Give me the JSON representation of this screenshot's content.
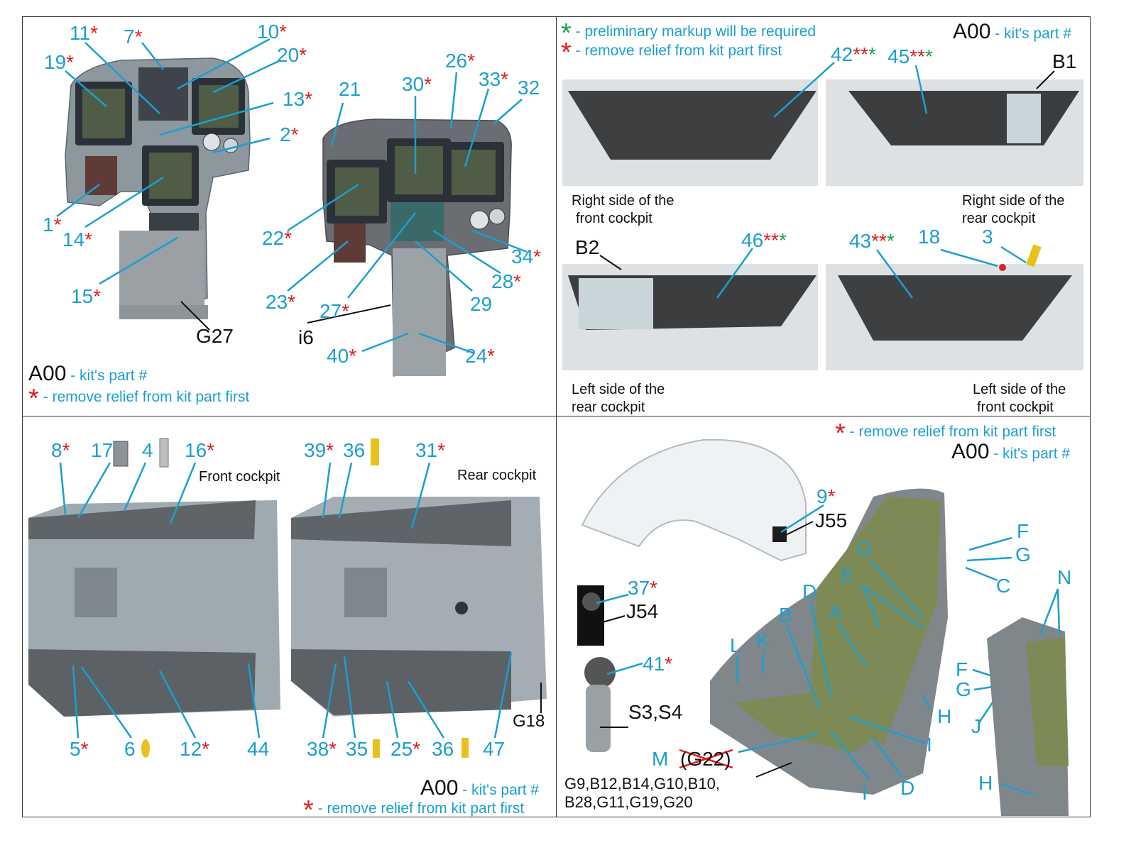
{
  "colors": {
    "cyan": "#1b9fd0",
    "red": "#e01e1e",
    "green": "#1fa04a",
    "panel": "#8a949c",
    "screen": "#4f5c46",
    "sidewall": "#9aa7ae",
    "seat": "#7d8a55"
  },
  "legend": {
    "green_star_text": "- preliminary markup will be required",
    "red_star_text": "- remove relief from kit part first",
    "part_code": "A00",
    "part_code_text": "- kit's part #",
    "star": "*"
  },
  "q1": {
    "labels": [
      {
        "n": "11",
        "s": "*"
      },
      {
        "n": "7",
        "s": "*"
      },
      {
        "n": "10",
        "s": "*"
      },
      {
        "n": "19",
        "s": "*"
      },
      {
        "n": "20",
        "s": "*"
      },
      {
        "n": "13",
        "s": "*"
      },
      {
        "n": "2",
        "s": "*"
      },
      {
        "n": "1",
        "s": "*"
      },
      {
        "n": "14",
        "s": "*"
      },
      {
        "n": "15",
        "s": "*"
      },
      {
        "n": "26",
        "s": "*"
      },
      {
        "n": "30",
        "s": "*"
      },
      {
        "n": "33",
        "s": "*"
      },
      {
        "n": "21",
        "s": ""
      },
      {
        "n": "32",
        "s": ""
      },
      {
        "n": "22",
        "s": "*"
      },
      {
        "n": "23",
        "s": "*"
      },
      {
        "n": "27",
        "s": "*"
      },
      {
        "n": "29",
        "s": ""
      },
      {
        "n": "28",
        "s": "*"
      },
      {
        "n": "34",
        "s": "*"
      },
      {
        "n": "40",
        "s": "*"
      },
      {
        "n": "24",
        "s": "*"
      }
    ],
    "black_labels": [
      "G27",
      "i6"
    ]
  },
  "q2": {
    "labels": [
      {
        "n": "42",
        "s": "**",
        "g": "*"
      },
      {
        "n": "45",
        "s": "**",
        "g": "*"
      },
      {
        "n": "46",
        "s": "**",
        "g": "*"
      },
      {
        "n": "43",
        "s": "**",
        "g": "*"
      },
      {
        "n": "18",
        "s": "",
        "g": ""
      },
      {
        "n": "3",
        "s": "",
        "g": ""
      }
    ],
    "black_labels": [
      "B1",
      "B2"
    ],
    "captions": [
      [
        "Right side of the",
        "front cockpit"
      ],
      [
        "Right side of the",
        "rear cockpit"
      ],
      [
        "Left side of the",
        "rear cockpit"
      ],
      [
        "Left side of the",
        "front cockpit"
      ]
    ]
  },
  "q3": {
    "labels": [
      {
        "n": "8",
        "s": "*"
      },
      {
        "n": "17",
        "s": ""
      },
      {
        "n": "4",
        "s": ""
      },
      {
        "n": "16",
        "s": "*"
      },
      {
        "n": "39",
        "s": "*"
      },
      {
        "n": "36",
        "s": ""
      },
      {
        "n": "31",
        "s": "*"
      },
      {
        "n": "5",
        "s": "*"
      },
      {
        "n": "6",
        "s": ""
      },
      {
        "n": "12",
        "s": "*"
      },
      {
        "n": "44",
        "s": ""
      },
      {
        "n": "38",
        "s": "*"
      },
      {
        "n": "35",
        "s": ""
      },
      {
        "n": "25",
        "s": "*"
      },
      {
        "n": "36",
        "s": ""
      },
      {
        "n": "47",
        "s": ""
      }
    ],
    "titles": [
      "Front cockpit",
      "Rear cockpit"
    ],
    "black_labels": [
      "G18"
    ]
  },
  "q4": {
    "labels": [
      {
        "n": "9",
        "s": "*"
      },
      {
        "n": "37",
        "s": "*"
      },
      {
        "n": "41",
        "s": "*"
      },
      {
        "n": "O",
        "s": ""
      },
      {
        "n": "F",
        "s": ""
      },
      {
        "n": "G",
        "s": ""
      },
      {
        "n": "C",
        "s": ""
      },
      {
        "n": "E",
        "s": ""
      },
      {
        "n": "D",
        "s": ""
      },
      {
        "n": "B",
        "s": ""
      },
      {
        "n": "A",
        "s": ""
      },
      {
        "n": "L",
        "s": ""
      },
      {
        "n": "K",
        "s": ""
      },
      {
        "n": "N",
        "s": ""
      },
      {
        "n": "F",
        "s": ""
      },
      {
        "n": "G",
        "s": ""
      },
      {
        "n": "J",
        "s": ""
      },
      {
        "n": "H",
        "s": ""
      },
      {
        "n": "I",
        "s": ""
      },
      {
        "n": "I",
        "s": ""
      },
      {
        "n": "D",
        "s": ""
      },
      {
        "n": "H",
        "s": ""
      },
      {
        "n": "M",
        "s": ""
      }
    ],
    "black_labels": [
      "J55",
      "J54",
      "S3,S4"
    ],
    "struck": "(G22)",
    "parts_list": [
      "G9,B12,B14,G10,B10,",
      "B28,G11,G19,G20"
    ]
  }
}
